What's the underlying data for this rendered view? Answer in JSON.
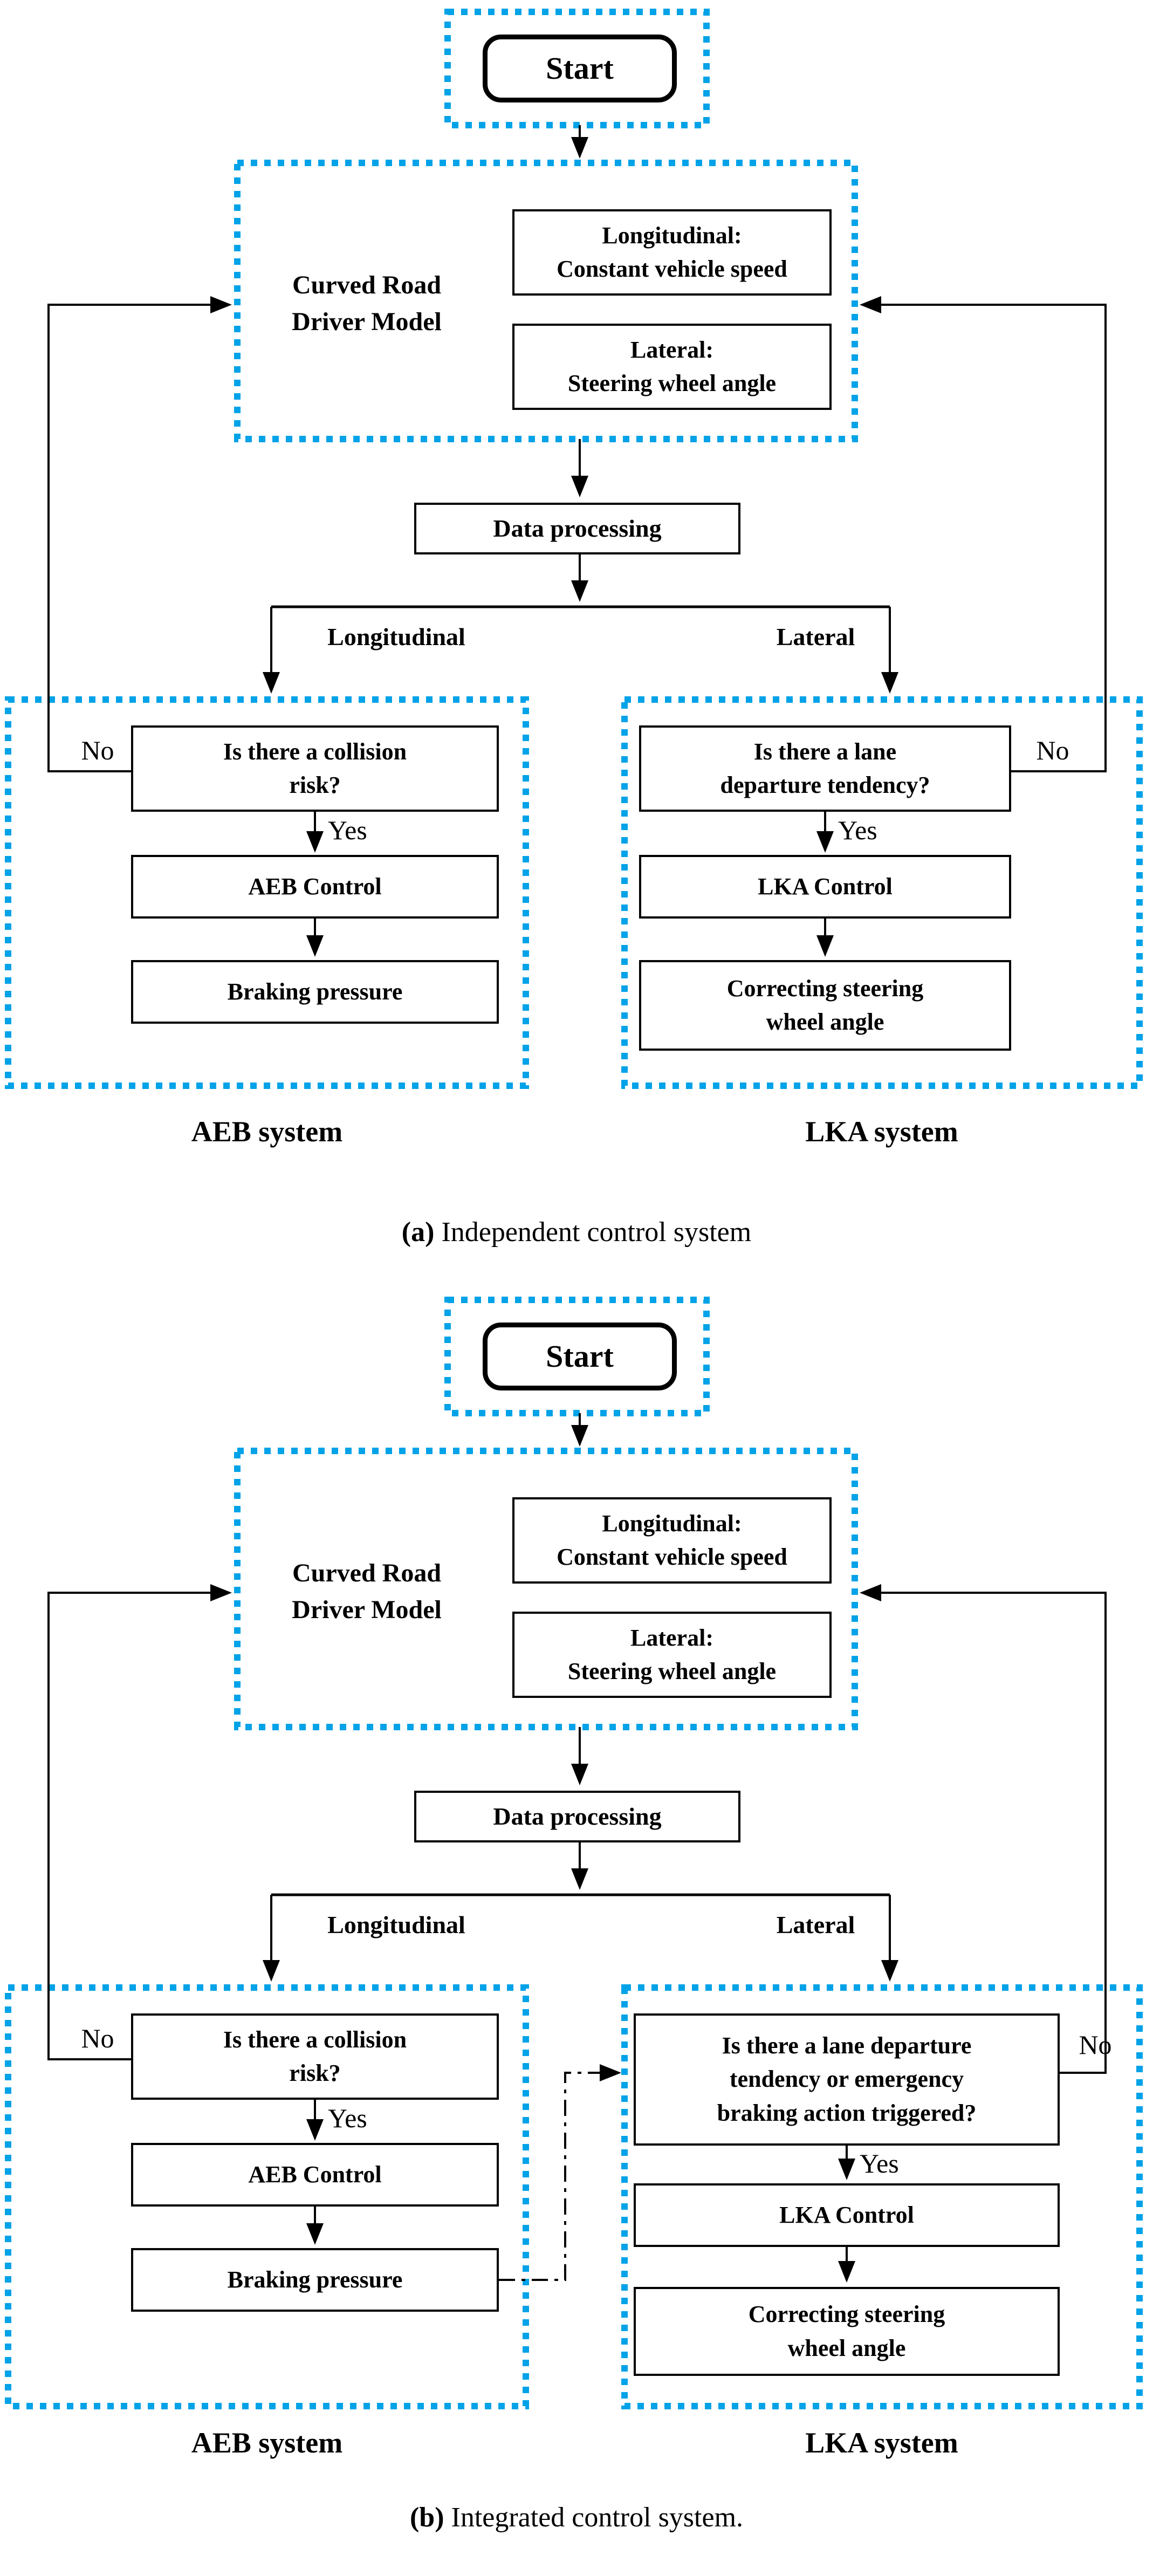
{
  "figure": {
    "background": "#FFFFFF",
    "accent_dotted_border": "#00A2E8",
    "line_color": "#000000"
  },
  "diagrams": [
    {
      "caption": {
        "prefix": "(a)",
        "text": " Independent control system"
      },
      "start_label": "Start",
      "driver_model": {
        "label": [
          "Curved Road",
          "Driver Model"
        ],
        "longitudinal_box": [
          "Longitudinal:",
          "Constant vehicle speed"
        ],
        "lateral_box": [
          "Lateral:",
          "Steering wheel angle"
        ]
      },
      "data_processing_label": "Data processing",
      "branches": {
        "left": "Longitudinal",
        "right": "Lateral"
      },
      "aeb": {
        "question": [
          "Is there a collision",
          "risk?"
        ],
        "no_label": "No",
        "yes_label": "Yes",
        "control_label": "AEB Control",
        "output": [
          "Braking pressure"
        ],
        "system_label": "AEB system"
      },
      "lka": {
        "question": [
          "Is there a lane",
          "departure tendency?"
        ],
        "no_label": "No",
        "yes_label": "Yes",
        "control_label": "LKA Control",
        "output": [
          "Correcting steering",
          "wheel angle"
        ],
        "system_label": "LKA system"
      }
    },
    {
      "caption": {
        "prefix": "(b)",
        "text": " Integrated control system."
      },
      "start_label": "Start",
      "driver_model": {
        "label": [
          "Curved Road",
          "Driver Model"
        ],
        "longitudinal_box": [
          "Longitudinal:",
          "Constant vehicle speed"
        ],
        "lateral_box": [
          "Lateral:",
          "Steering wheel angle"
        ]
      },
      "data_processing_label": "Data processing",
      "branches": {
        "left": "Longitudinal",
        "right": "Lateral"
      },
      "aeb": {
        "question": [
          "Is there a collision",
          "risk?"
        ],
        "no_label": "No",
        "yes_label": "Yes",
        "control_label": "AEB Control",
        "output": [
          "Braking pressure"
        ],
        "system_label": "AEB system"
      },
      "lka": {
        "question": [
          "Is there a lane departure",
          "tendency or emergency",
          "braking action triggered?"
        ],
        "no_label": "No",
        "yes_label": "Yes",
        "control_label": "LKA Control",
        "output": [
          "Correcting steering",
          "wheel angle"
        ],
        "system_label": "LKA system"
      }
    }
  ]
}
